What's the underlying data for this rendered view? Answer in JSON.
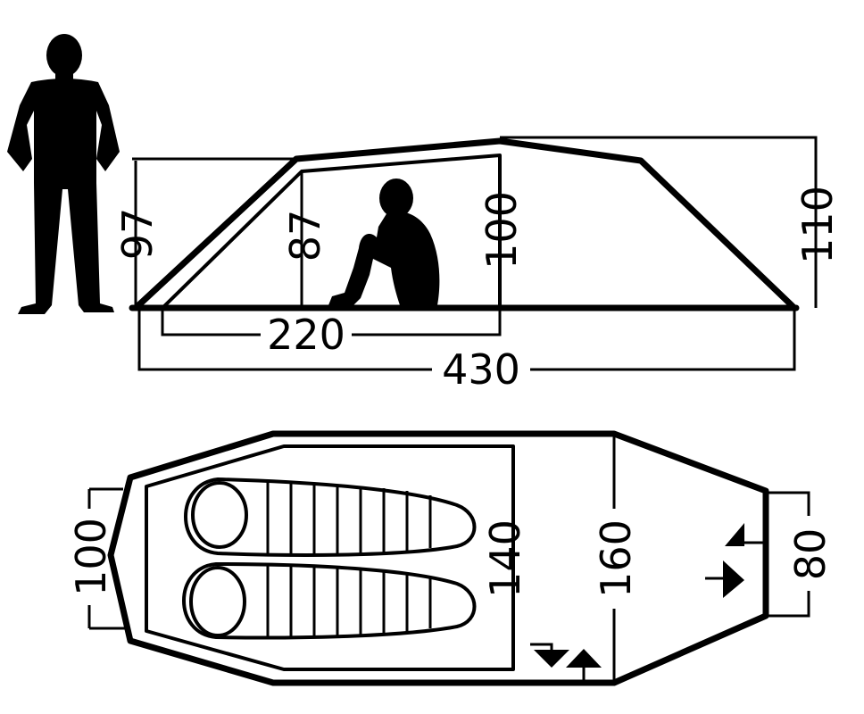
{
  "side_view": {
    "height_left": "97",
    "height_inner_left": "87",
    "height_inner_peak": "100",
    "height_peak": "110",
    "inner_length": "220",
    "total_length": "430"
  },
  "top_view": {
    "width_front": "100",
    "width_inner": "140",
    "width_max": "160",
    "width_rear": "80"
  }
}
